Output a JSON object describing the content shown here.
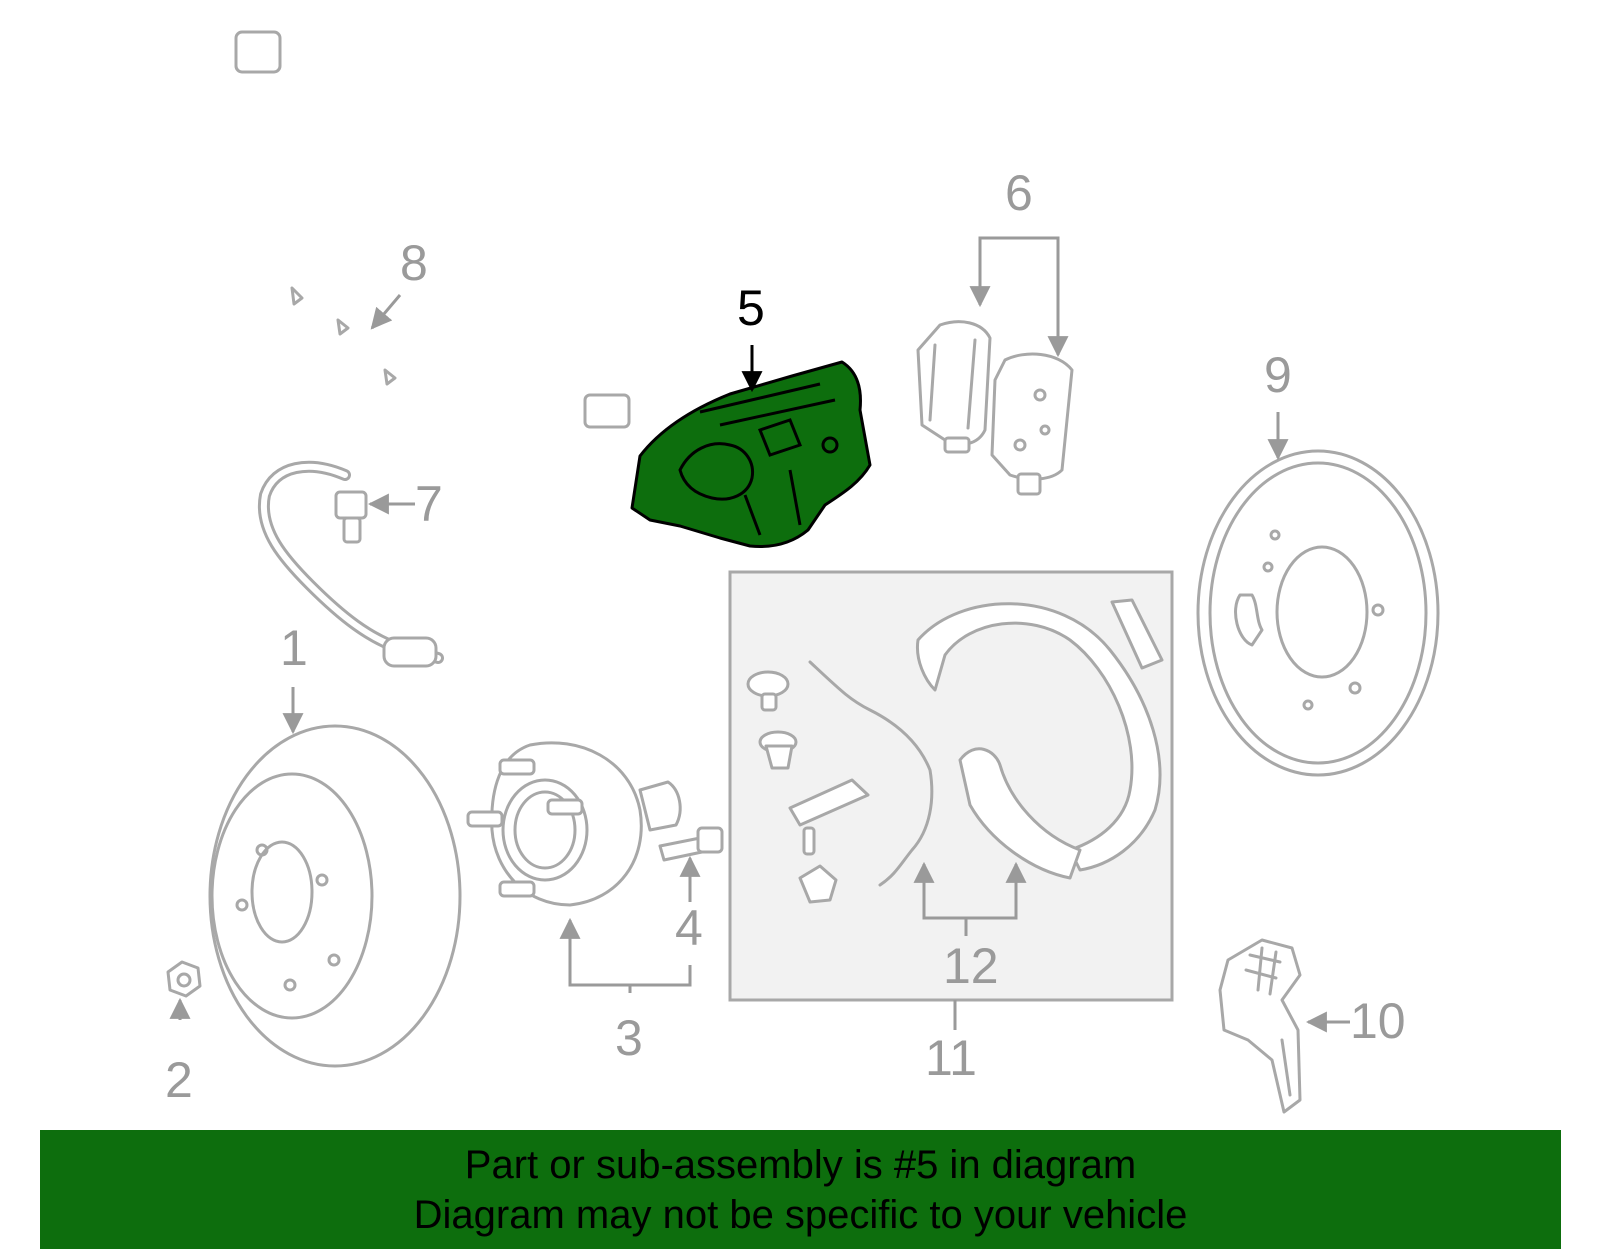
{
  "diagram": {
    "callouts": {
      "c1": "1",
      "c2": "2",
      "c3": "3",
      "c4": "4",
      "c5": "5",
      "c6": "6",
      "c7": "7",
      "c8": "8",
      "c9": "9",
      "c10": "10",
      "c11": "11",
      "c12": "12"
    },
    "highlight_color": "#0d6e0d",
    "highlighted_part": "5"
  },
  "banner": {
    "line1": "Part or sub-assembly is #5 in diagram",
    "line2": "Diagram may not be specific to your vehicle",
    "background": "#0d6e0d"
  }
}
